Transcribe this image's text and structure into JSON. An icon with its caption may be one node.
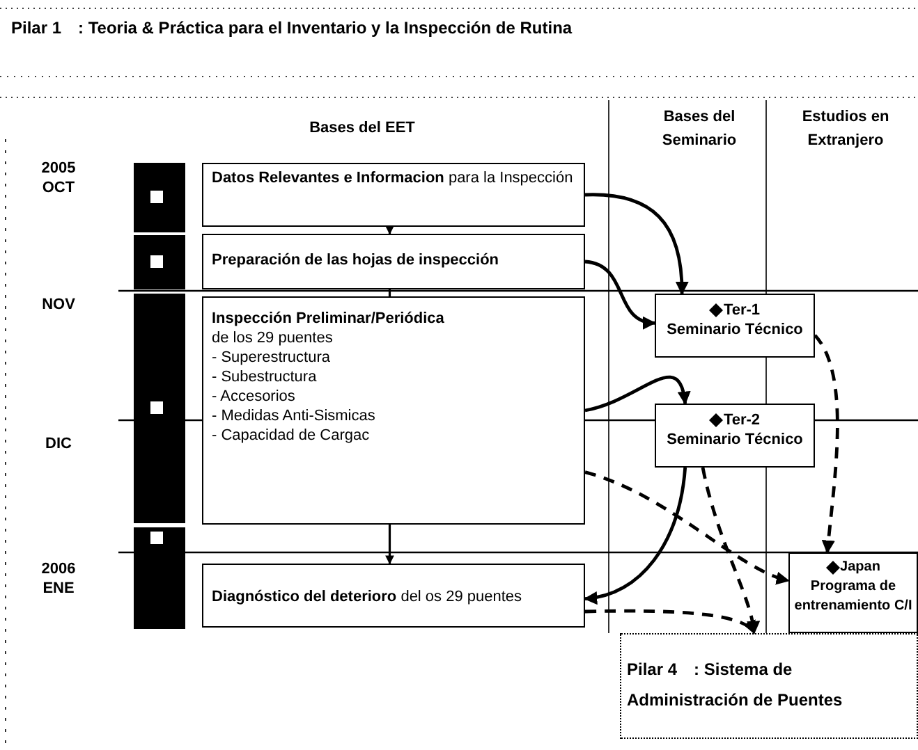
{
  "diagram": {
    "title": "Pilar 1　: Teoria & Práctica para el Inventario y la Inspección de Rutina",
    "nodes": [
      {
        "text": [
          "**Datos Relevantes e Informacion** para la Inspección"
        ]
      },
      {
        "text": [
          "Preparación de las hojas de inspección"
        ]
      },
      {
        "text": [
          "Inspección Preliminar/Periódica",
          "de los 29 puentes",
          "- Superestructura",
          "- Subestructura",
          "- Accesorios",
          "- Medidas Anti-Sismicas",
          "- Capacidad de Cargac"
        ]
      },
      {
        "text": [
          "**Diagnóstico del deterioro** del os 29 puentes"
        ]
      },
      {
        "text": [
          "Ter-1",
          "Seminario Técnico"
        ]
      },
      {
        "text": [
          "Ter-2",
          "Seminario Técnico"
        ]
      },
      {
        "text": [
          "Japan",
          "Programa de entrenamiento C/I"
        ]
      },
      {
        "text": [
          "Pilar 4　: Sistema de Administración de Puentes"
        ]
      }
    ],
    "edges": [
      {
        "from": 0,
        "to": 1,
        "arrow": "to"
      },
      {
        "from": 1,
        "to": 2,
        "arrow": "none"
      },
      {
        "from": 2,
        "to": 3,
        "arrow": "to"
      },
      {
        "from": 0,
        "to": 4,
        "arrow": "to"
      },
      {
        "from": 1,
        "to": 4,
        "arrow": "to"
      },
      {
        "from": 2,
        "to": 5,
        "arrow": "to"
      },
      {
        "from": 5,
        "to": 3,
        "arrow": "to"
      },
      {
        "from": 4,
        "to": 6,
        "arrow": "to",
        "style": "dashed"
      },
      {
        "from": 2,
        "to": 6,
        "arrow": "to",
        "style": "dashed"
      },
      {
        "from": 5,
        "to": 7,
        "arrow": "to",
        "style": "dashed"
      },
      {
        "from": 3,
        "to": 7,
        "arrow": "to",
        "style": "dashed"
      }
    ],
    "labels": [
      "Bases del EET",
      "Bases del Seminario",
      "Estudios en Extranjero",
      "2005 OCT",
      "NOV",
      "DIC",
      "2006 ENE"
    ]
  }
}
